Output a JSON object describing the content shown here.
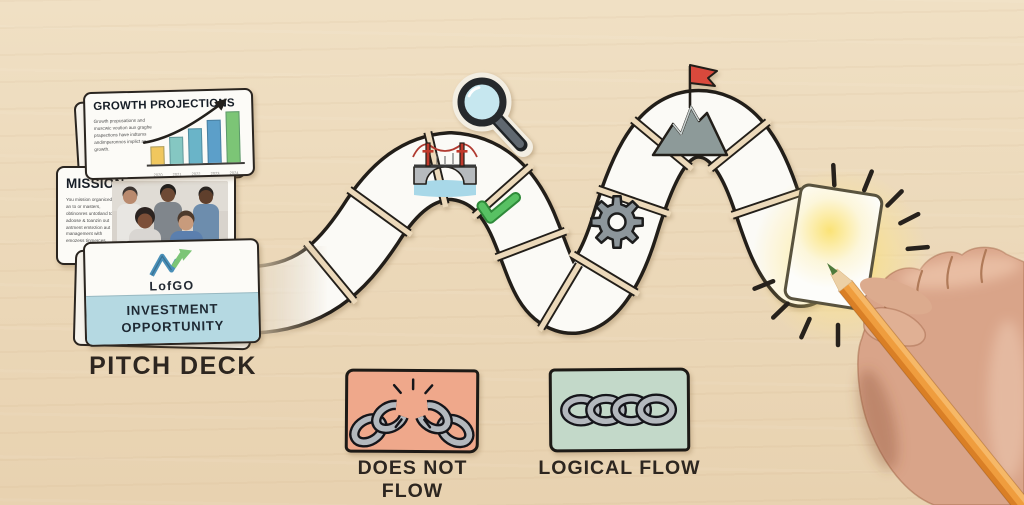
{
  "scene": {
    "title": "pitch deck logical flow illustration"
  },
  "deck": {
    "label": "PITCH DECK",
    "growth": {
      "title": "GROWTH PROJECTIONS",
      "body": "Growth propusations and muscwic voution aux graghe prapections have indtoms andimperonnos implict as growth.",
      "years": [
        "2020",
        "2021",
        "2022",
        "2023",
        "2024"
      ],
      "values": [
        30,
        46,
        60,
        75,
        90
      ],
      "bar_colors": [
        "#f0c75e",
        "#85c7c2",
        "#6ab4c8",
        "#5c9fc9",
        "#7cc576"
      ]
    },
    "mission": {
      "title": "MISSION",
      "body": "You mission organiced an to or masters, obtinonres untotland to adoose & toanzin out antment emtezion aut management with emozess tinmerces."
    },
    "cover": {
      "logo": "LofGO",
      "line1": "INVESTMENT",
      "line2": "OPPORTUNITY"
    }
  },
  "legend": {
    "bad": {
      "label": "DOES NOT FLOW",
      "box_color": "#efa88b",
      "icon": "broken-chain-icon"
    },
    "good": {
      "label": "LOGICAL FLOW",
      "box_color": "#c3d9c9",
      "icon": "chain-icon"
    }
  },
  "path_icons": [
    "bridge-icon",
    "checkmark-icon",
    "gear-icon",
    "mountain-flag-icon"
  ],
  "props": [
    "magnifier-icon",
    "glowing-card",
    "pencil",
    "hand"
  ],
  "colors": {
    "wood": "#ecd9ba",
    "tile": "#fbfaf6",
    "outline": "#221e19",
    "band_blue": "#b5d9e2",
    "glow_yellow": "#ffe17a",
    "flag_red": "#d9493c",
    "check_green": "#58c163",
    "gear_gray": "#8d969b",
    "water_blue": "#a8d8e8",
    "pencil_orange": "#ef9d3e",
    "logo_blue": "#4a90b8",
    "logo_green": "#7cc576",
    "chain_gray": "#b3b8bd"
  },
  "chart_data": {
    "type": "bar",
    "title": "GROWTH PROJECTIONS",
    "categories": [
      "2020",
      "2021",
      "2022",
      "2023",
      "2024"
    ],
    "values": [
      30,
      46,
      60,
      75,
      90
    ],
    "xlabel": "",
    "ylabel": "",
    "grid": false,
    "legend_position": "none"
  }
}
